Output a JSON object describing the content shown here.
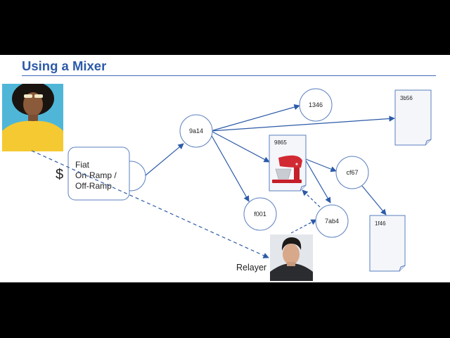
{
  "slide": {
    "title": "Using a Mixer"
  },
  "onramp": {
    "currency_symbol": "$",
    "lines": [
      "Fiat",
      "On-Ramp /",
      "Off-Ramp"
    ]
  },
  "nodes": {
    "n9a14": "9a14",
    "n1346": "1346",
    "nf001": "f001",
    "n7ab4": "7ab4",
    "ncf67": "cf67"
  },
  "documents": {
    "d3b56": "3b56",
    "d9865": "9865",
    "d1f46": "1f46"
  },
  "relayer": {
    "label": "Relayer"
  },
  "colors": {
    "title": "#2c5aa8",
    "arrow": "#2c5aa8",
    "node_stroke": "#5a7fbf"
  }
}
